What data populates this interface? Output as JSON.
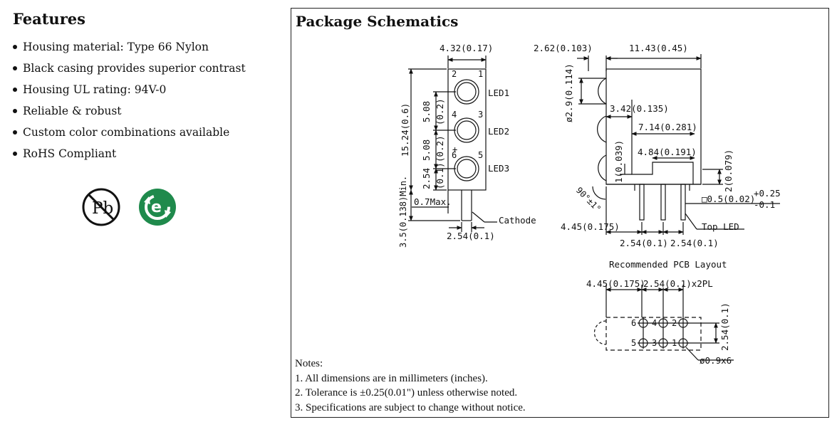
{
  "features": {
    "title": "Features",
    "items": [
      "Housing material: Type 66 Nylon",
      "Black casing provides superior contrast",
      "Housing UL rating: 94V-0",
      "Reliable & robust",
      "Custom color combinations available",
      "RoHS Compliant"
    ]
  },
  "certifications": {
    "pb_free_symbol": "Pb",
    "rohs_symbol": "e"
  },
  "schematics": {
    "title": "Package Schematics",
    "front": {
      "width": "4.32(0.17)",
      "height": "15.24(0.6)",
      "pitch1": "5.08",
      "pitch1_in": "(0.2)",
      "pitch2": "5.08",
      "pitch2_in": "(0.2)",
      "bottom": "2.54",
      "bottom_in": "(0.1)",
      "lead_len": "3.5(0.138)Min.",
      "standoff": "0.7Max.",
      "lead_pitch": "2.54(0.1)",
      "cathode": "Cathode",
      "pins": [
        "2",
        "1",
        "4",
        "3",
        "6",
        "5"
      ],
      "plus": "+",
      "leds": [
        "LED1",
        "LED2",
        "LED3"
      ]
    },
    "side": {
      "lens_proj": "2.62(0.103)",
      "depth": "11.43(0.45)",
      "lens_dia": "ø2.9(0.114)",
      "d1": "3.42(0.135)",
      "d2": "7.14(0.281)",
      "d3": "4.84(0.191)",
      "d4": "1(0.039)",
      "d5": "2(0.079)",
      "angle": "90°±1°",
      "lead_sq": "□0.5(0.02)",
      "tol_plus": "+0.25",
      "tol_minus": "-0.1",
      "offset": "4.45(0.175)",
      "pitch_a": "2.54(0.1)",
      "pitch_b": "2.54(0.1)",
      "top_led": "Top LED"
    },
    "pcb": {
      "title": "Recommended PCB Layout",
      "offset": "4.45(0.175)",
      "pitch": "2.54(0.1)x2PL",
      "row": "2.54(0.1)",
      "hole": "ø0.9x6",
      "pins_top": [
        "6",
        "4",
        "2"
      ],
      "pins_bottom": [
        "5",
        "3",
        "1"
      ]
    }
  },
  "notes": {
    "title": "Notes:",
    "items": [
      "1. All dimensions are in millimeters (inches).",
      "2. Tolerance is ±0.25(0.01\") unless otherwise noted.",
      "3. Specifications are subject to change without notice."
    ]
  }
}
